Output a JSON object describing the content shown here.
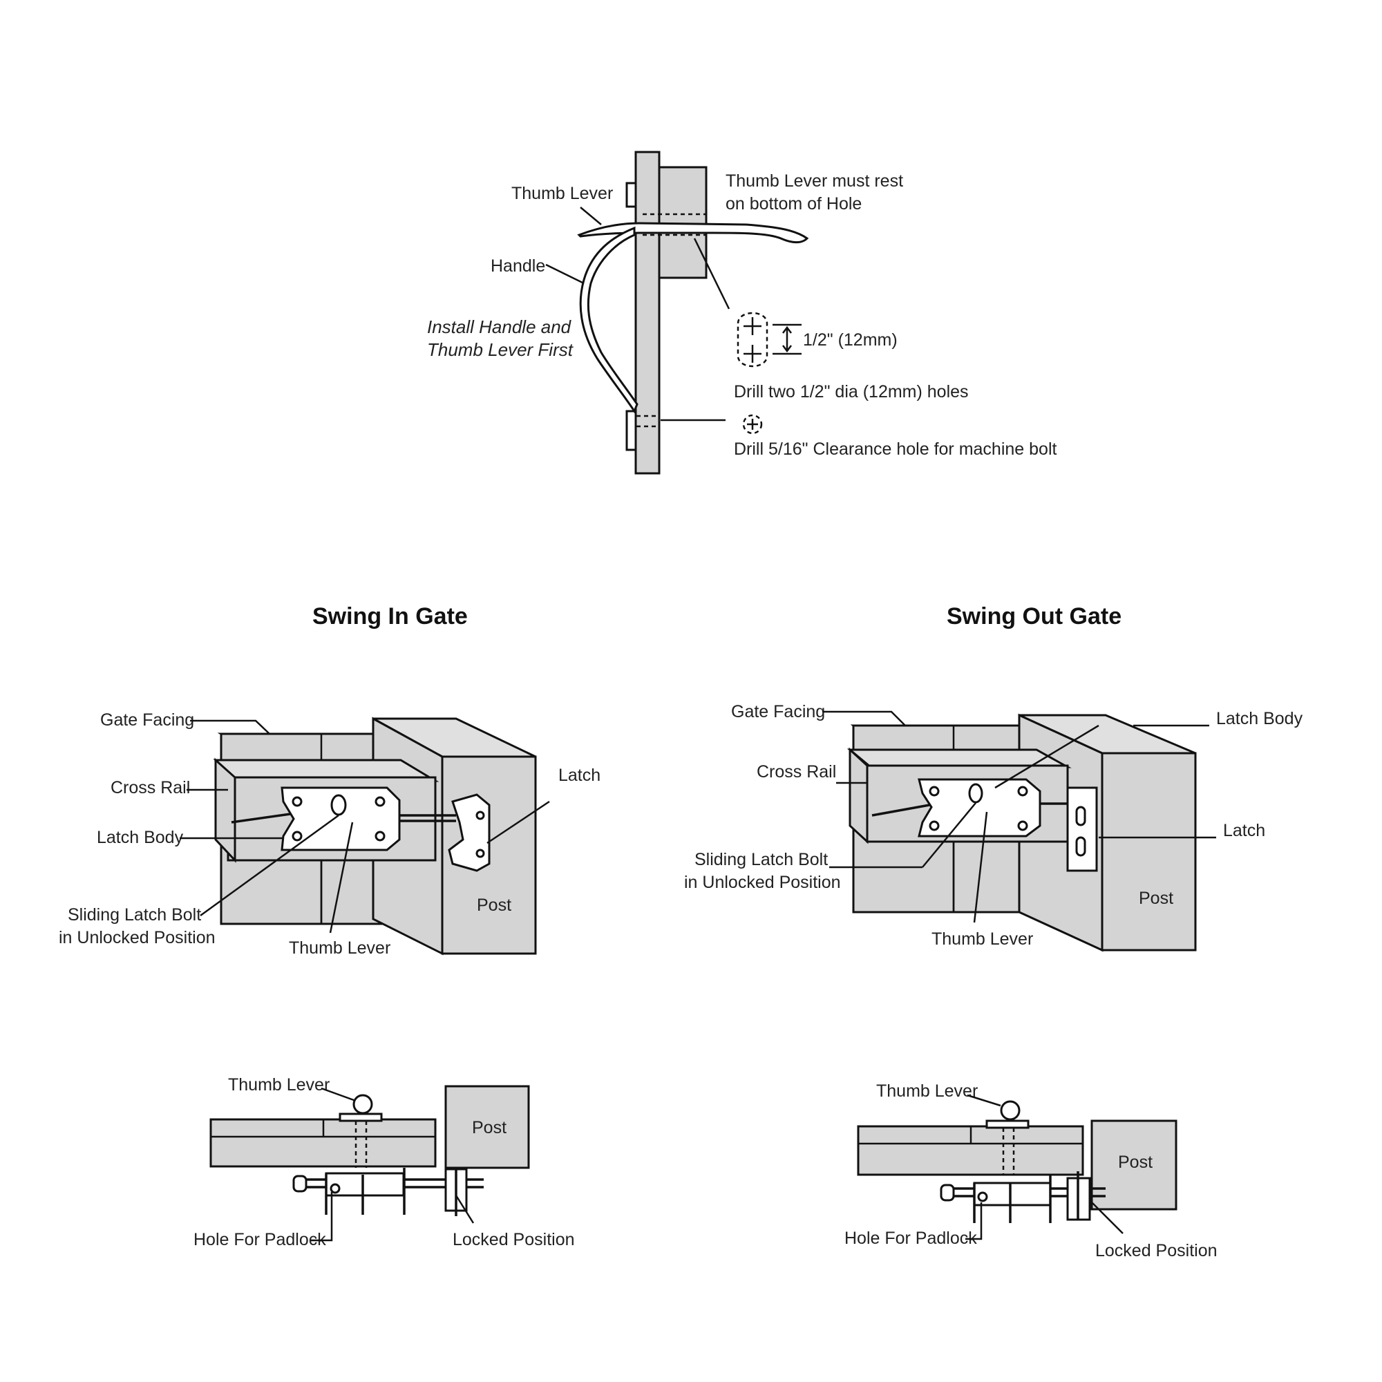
{
  "top_diagram": {
    "thumb_lever": "Thumb Lever",
    "handle": "Handle",
    "install_note_line1": "Install Handle and",
    "install_note_line2": "Thumb Lever First",
    "rest_note_line1": "Thumb Lever must rest",
    "rest_note_line2": "on bottom of Hole",
    "dimension": "1/2\" (12mm)",
    "drill_two": "Drill two 1/2\" dia (12mm) holes",
    "drill_clearance": "Drill 5/16\" Clearance hole for machine bolt"
  },
  "swing_in": {
    "title": "Swing In Gate",
    "gate_facing": "Gate Facing",
    "cross_rail": "Cross Rail",
    "latch_body": "Latch Body",
    "sliding_line1": "Sliding Latch Bolt",
    "sliding_line2": "in Unlocked Position",
    "thumb_lever": "Thumb Lever",
    "latch": "Latch",
    "post": "Post",
    "bottom": {
      "thumb_lever": "Thumb Lever",
      "post": "Post",
      "hole_for_padlock": "Hole For Padlock",
      "locked_position": "Locked Position"
    }
  },
  "swing_out": {
    "title": "Swing Out Gate",
    "gate_facing": "Gate Facing",
    "cross_rail": "Cross Rail",
    "latch_body": "Latch Body",
    "latch": "Latch",
    "sliding_line1": "Sliding Latch Bolt",
    "sliding_line2": "in Unlocked Position",
    "thumb_lever": "Thumb Lever",
    "post": "Post",
    "bottom": {
      "thumb_lever": "Thumb Lever",
      "post": "Post",
      "hole_for_padlock": "Hole For Padlock",
      "locked_position": "Locked Position"
    }
  }
}
